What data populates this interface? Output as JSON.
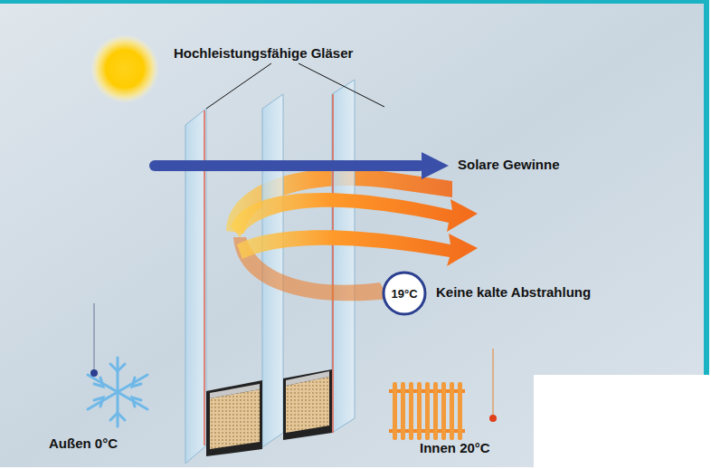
{
  "diagram": {
    "nodes": [
      {
        "text": [
          "19°C"
        ]
      }
    ],
    "labels": [
      "Hochleistungsfähige Gläser",
      "Solare Gewinne",
      "Keine kalte Abstrahlung",
      "Außen 0°C",
      "Innen 20°C"
    ]
  }
}
